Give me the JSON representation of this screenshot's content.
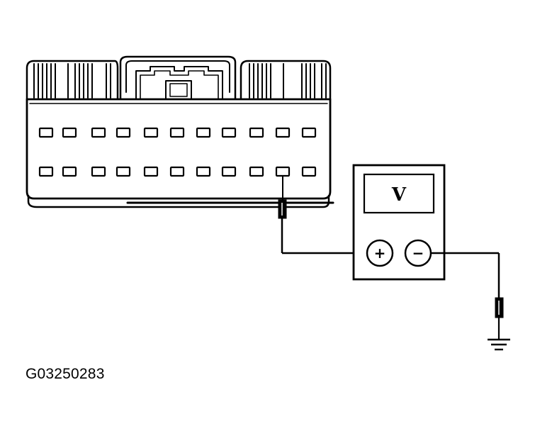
{
  "figure_id": "G03250283",
  "connector": {
    "rows": 2,
    "pins_per_row": 11,
    "probed_row": 2,
    "probed_pin": 10
  },
  "meter": {
    "display": "V",
    "positive_symbol": "+",
    "negative_symbol": "−"
  }
}
